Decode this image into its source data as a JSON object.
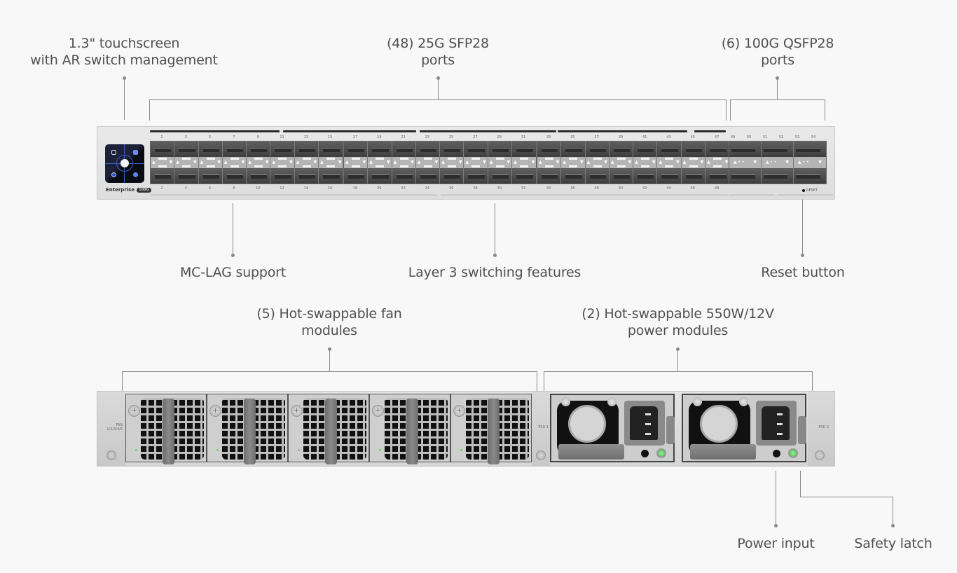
{
  "callouts": {
    "touchscreen": {
      "line1": "1.3\" touchscreen",
      "line2": "with AR switch management"
    },
    "sfp28": {
      "line1": "(48) 25G SFP28",
      "line2": "ports"
    },
    "qsfp28": {
      "line1": "(6) 100G QSFP28",
      "line2": "ports"
    },
    "mclag": "MC-LAG support",
    "layer3": "Layer 3 switching features",
    "reset": "Reset button",
    "fans": {
      "line1": "(5) Hot-swappable fan",
      "line2": "modules"
    },
    "power": {
      "line1": "(2) Hot-swappable 550W/12V",
      "line2": "power modules"
    },
    "power_input": "Power input",
    "safety_latch": "Safety latch"
  },
  "front_panel": {
    "brand": "Enterprise",
    "badge": "100G",
    "reset_label": "RESET",
    "sfp_odd_ports": [
      "1",
      "3",
      "5",
      "7",
      "9",
      "11",
      "13",
      "15",
      "17",
      "19",
      "21",
      "23",
      "25",
      "27",
      "29",
      "31",
      "33",
      "35",
      "37",
      "39",
      "41",
      "43",
      "45",
      "47"
    ],
    "sfp_even_ports": [
      "2",
      "4",
      "6",
      "8",
      "10",
      "12",
      "14",
      "16",
      "18",
      "20",
      "22",
      "24",
      "26",
      "28",
      "30",
      "32",
      "34",
      "36",
      "38",
      "40",
      "42",
      "44",
      "46",
      "48"
    ],
    "qsfp_ports": [
      "49",
      "50",
      "51",
      "52",
      "53",
      "54"
    ]
  },
  "rear_panel": {
    "fan_label": "FAN",
    "fan_ids": "1/2/3/4/5",
    "psu1_label": "PSU 1",
    "psu2_label": "PSU 2",
    "fan_count": 5,
    "psu_count": 2,
    "led_color": "#6ccf6a"
  }
}
